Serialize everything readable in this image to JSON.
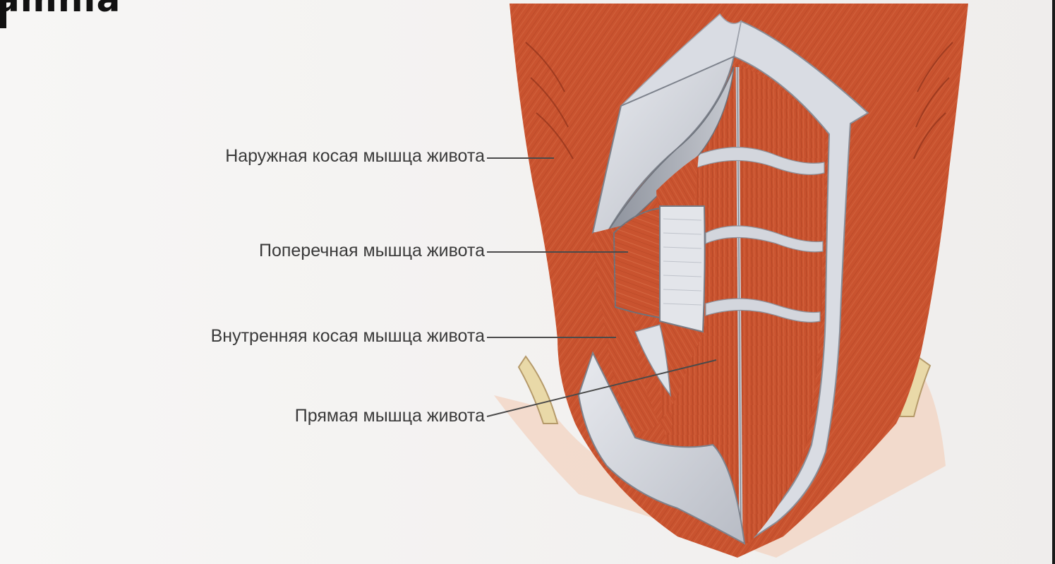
{
  "header_text": "amnia",
  "labels": [
    {
      "id": "external-oblique",
      "text": "Наружная косая мышца живота"
    },
    {
      "id": "transverse",
      "text": "Поперечная мышца живота"
    },
    {
      "id": "internal-oblique",
      "text": "Внутренняя косая мышца живота"
    },
    {
      "id": "rectus",
      "text": "Прямая мышца живота"
    }
  ],
  "colors": {
    "muscle": "#c9532f",
    "muscle_dark": "#9e3a1f",
    "muscle_light": "#d8704a",
    "fascia": "#d9dce3",
    "fascia_shadow": "#9ea3ad",
    "skin_background": "#f5f3f1",
    "label_text": "#3a3a3a",
    "leader_line": "#4a4a4a"
  }
}
